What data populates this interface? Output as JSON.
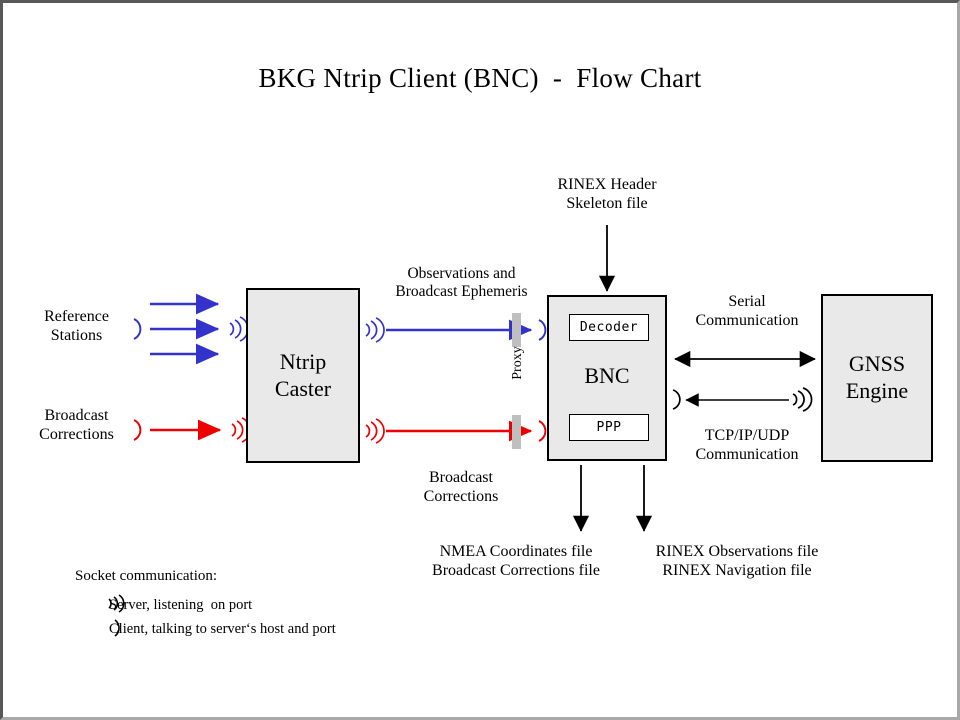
{
  "chart_data": {
    "type": "diagram",
    "title": "BKG Ntrip Client (BNC)  -  Flow Chart",
    "nodes": [
      {
        "id": "ntrip-caster",
        "label": "Ntrip\nCaster"
      },
      {
        "id": "bnc",
        "label": "BNC",
        "children": [
          "Decoder",
          "PPP"
        ]
      },
      {
        "id": "gnss-engine",
        "label": "GNSS\nEngine"
      }
    ],
    "edges": [
      {
        "from": "Reference Stations",
        "to": "Ntrip Caster",
        "color": "#3333cc",
        "count": 3
      },
      {
        "from": "Broadcast Corrections",
        "to": "Ntrip Caster",
        "color": "#ee0000",
        "count": 1
      },
      {
        "from": "Ntrip Caster",
        "to": "BNC",
        "label": "Observations and\nBroadcast Ephemeris",
        "color": "#3333cc"
      },
      {
        "from": "Ntrip Caster",
        "to": "BNC",
        "label": "Broadcast\nCorrections",
        "color": "#ee0000"
      },
      {
        "from": "RINEX Header Skeleton file",
        "to": "BNC",
        "color": "#000000"
      },
      {
        "from": "BNC",
        "to": "GNSS Engine",
        "label": "Serial Communication",
        "color": "#000000",
        "bidirectional": true
      },
      {
        "from": "GNSS Engine",
        "to": "BNC",
        "label": "TCP/IP/UDP Communication",
        "color": "#000000"
      },
      {
        "from": "BNC",
        "to": "NMEA Coordinates file / Broadcast Corrections file",
        "color": "#000000"
      },
      {
        "from": "BNC",
        "to": "RINEX Observations file / RINEX Navigation file",
        "color": "#000000"
      }
    ]
  },
  "title": "BKG Ntrip Client (BNC)  -  Flow Chart",
  "nodes": {
    "ntrip_caster": "Ntrip\nCaster",
    "bnc": "BNC",
    "decoder": "Decoder",
    "ppp": "PPP",
    "gnss_engine": "GNSS\nEngine"
  },
  "labels": {
    "reference_stations": "Reference\nStations",
    "broadcast_corrections_source": "Broadcast\nCorrections",
    "observations_ephemeris": "Observations and\nBroadcast Ephemeris",
    "broadcast_corrections_flow": "Broadcast\nCorrections",
    "rinex_header_skeleton": "RINEX Header\nSkeleton file",
    "serial_communication": "Serial\nCommunication",
    "tcpip_udp_communication": "TCP/IP/UDP\nCommunication",
    "proxy": "Proxy",
    "output_left": "NMEA Coordinates file\nBroadcast Corrections file",
    "output_right": "RINEX Observations file\nRINEX Navigation file"
  },
  "legend": {
    "title": "Socket communication:",
    "server_glyph": "server-signal-icon",
    "server_text": "Server, listening  on port",
    "client_glyph": "client-arc-icon",
    "client_text": "Client, talking to server‘s host and port"
  },
  "colors": {
    "blue": "#3333cc",
    "red": "#ee0000",
    "black": "#000000",
    "box_fill": "#e9e9e9",
    "proxy_bar": "#bfbfbf",
    "frame_dark": "#58585a",
    "frame_light": "#a8a8a8"
  }
}
